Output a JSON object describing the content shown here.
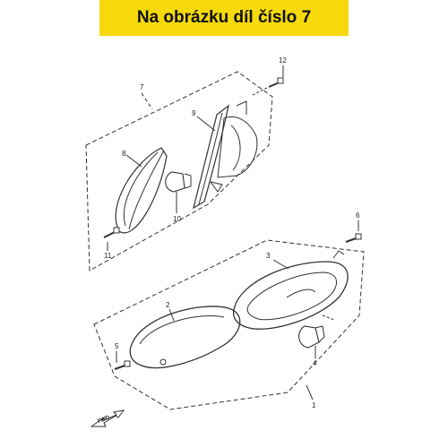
{
  "banner": {
    "text": "Na obrázku díl číslo 7",
    "background": "#f5d90a"
  },
  "callouts": {
    "c1": "1",
    "c2": "2",
    "c3": "3",
    "c4": "4",
    "c5": "5",
    "c6": "6",
    "c7": "7",
    "c8": "8",
    "c9": "9",
    "c10": "10",
    "c11": "11",
    "c12": "12"
  },
  "fwd": {
    "label": "FWD"
  }
}
